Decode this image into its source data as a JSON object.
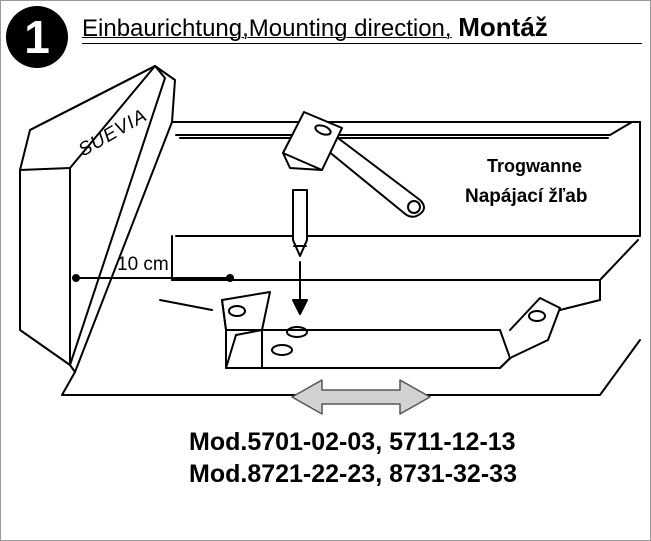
{
  "step": {
    "number": "1"
  },
  "title": {
    "german_english": "Einbaurichtung,Mounting direction,",
    "czech": "Montáž"
  },
  "labels": {
    "trough_de": "Trogwanne",
    "trough_cz": "Napájací žľab",
    "distance": "10 cm",
    "brand": "SUEVIA"
  },
  "models": [
    "Mod.5701-02-03, 5711-12-13",
    "Mod.8721-22-23, 8731-32-33"
  ],
  "colors": {
    "arrow_fill": "#d2d2d2",
    "ink": "#000000"
  }
}
